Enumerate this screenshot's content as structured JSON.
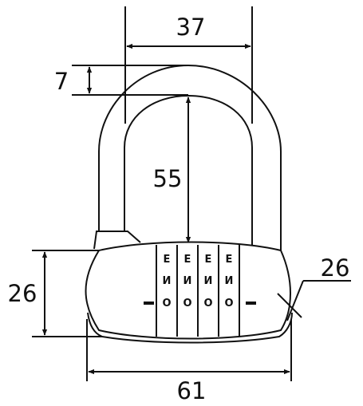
{
  "diagram": {
    "dimensions": {
      "shackle_width": "37",
      "shackle_thickness": "7",
      "shackle_clearance": "55",
      "body_height": "26",
      "body_depth": "26",
      "body_width": "61"
    },
    "dial_wheels": [
      {
        "top": "E",
        "middle": "И",
        "bottom": "O"
      },
      {
        "top": "E",
        "middle": "И",
        "bottom": "O"
      },
      {
        "top": "E",
        "middle": "И",
        "bottom": "O"
      },
      {
        "top": "E",
        "middle": "И",
        "bottom": "O"
      }
    ]
  }
}
